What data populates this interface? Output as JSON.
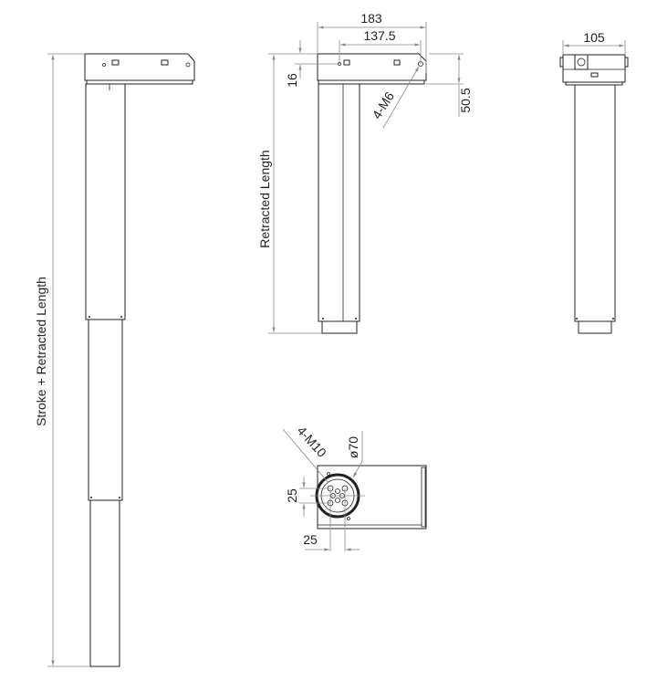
{
  "labels": {
    "total_length": "Stroke + Retracted Length",
    "retracted_length": "Retracted Length",
    "width_183": "183",
    "width_137_5": "137.5",
    "offset_16": "16",
    "height_50_5": "50.5",
    "thread_m6": "4-M6",
    "width_105": "105",
    "thread_m10": "4-M10",
    "diameter_70": "ø70",
    "spacing_25_v": "25",
    "spacing_25_h": "25"
  }
}
